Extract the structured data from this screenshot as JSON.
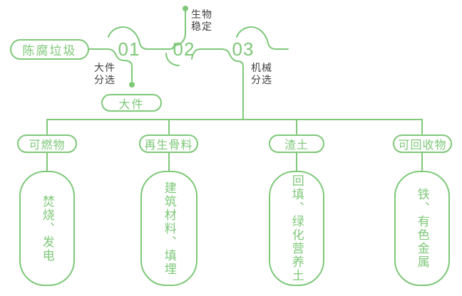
{
  "colors": {
    "green": "#7ec878",
    "dark": "#3d3d3d"
  },
  "flow": {
    "root": "陈腐垃圾",
    "steps": [
      {
        "number": "01",
        "label": "大件\n分选"
      },
      {
        "number": "02",
        "label": "生物\n稳定"
      },
      {
        "number": "03",
        "label": "机械\n分选"
      }
    ],
    "large_item": "大件"
  },
  "branches": [
    {
      "category": "可燃物",
      "result": "焚烧、发电"
    },
    {
      "category": "再生骨料",
      "result": "建筑材料、填埋"
    },
    {
      "category": "渣土",
      "result": "回填、绿化营养土"
    },
    {
      "category": "可回收物",
      "result": "铁、有色金属"
    }
  ]
}
